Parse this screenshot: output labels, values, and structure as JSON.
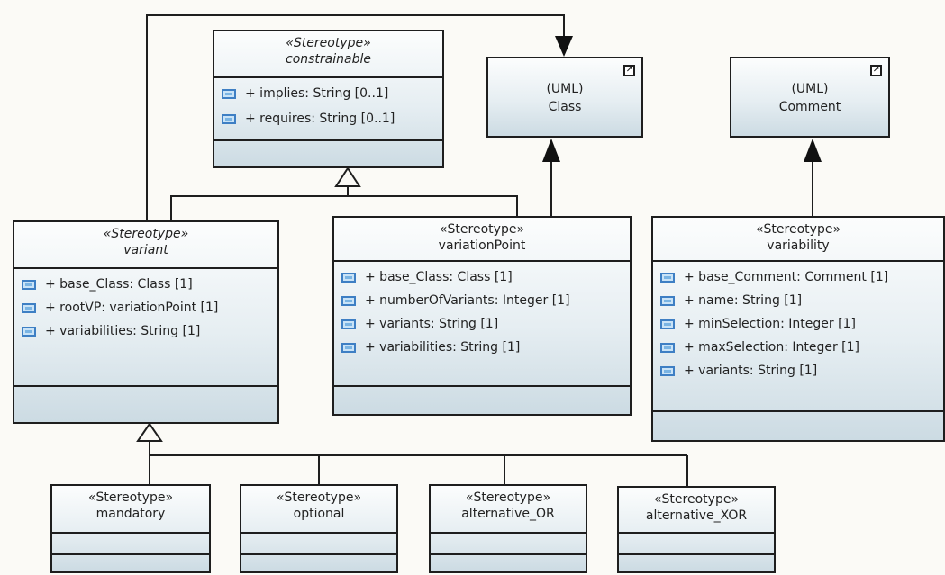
{
  "classes": {
    "constrainable": {
      "stereotype": "«Stereotype»",
      "name": "constrainable",
      "attributes": [
        "+ implies: String [0..1]",
        "+ requires: String [0..1]"
      ]
    },
    "uml_class": {
      "line1": "(UML)",
      "line2": "Class",
      "shortcut_icon": "arrow-shortcut-icon",
      "shortcut_glyph": "↗"
    },
    "uml_comment": {
      "line1": "(UML)",
      "line2": "Comment",
      "shortcut_icon": "arrow-shortcut-icon",
      "shortcut_glyph": "↗"
    },
    "variant": {
      "stereotype": "«Stereotype»",
      "name": "variant",
      "attributes": [
        "+ base_Class: Class [1]",
        "+ rootVP: variationPoint [1]",
        "+ variabilities: String [1]"
      ]
    },
    "variationPoint": {
      "stereotype": "«Stereotype»",
      "name": "variationPoint",
      "attributes": [
        "+ base_Class: Class [1]",
        "+ numberOfVariants: Integer [1]",
        "+ variants: String [1]",
        "+ variabilities: String [1]"
      ]
    },
    "variability": {
      "stereotype": "«Stereotype»",
      "name": "variability",
      "attributes": [
        "+ base_Comment: Comment [1]",
        "+ name: String [1]",
        "+ minSelection: Integer [1]",
        "+ maxSelection: Integer [1]",
        "+ variants: String [1]"
      ]
    },
    "mandatory": {
      "stereotype": "«Stereotype»",
      "name": "mandatory"
    },
    "optional": {
      "stereotype": "«Stereotype»",
      "name": "optional"
    },
    "alternative_OR": {
      "stereotype": "«Stereotype»",
      "name": "alternative_OR"
    },
    "alternative_XOR": {
      "stereotype": "«Stereotype»",
      "name": "alternative_XOR"
    }
  },
  "colors": {
    "attribute_icon": "#3e7fc4",
    "border": "#1e1e1e",
    "gradient_bottom": "#ccdbe3"
  },
  "icons": {
    "attribute": "property-icon"
  }
}
